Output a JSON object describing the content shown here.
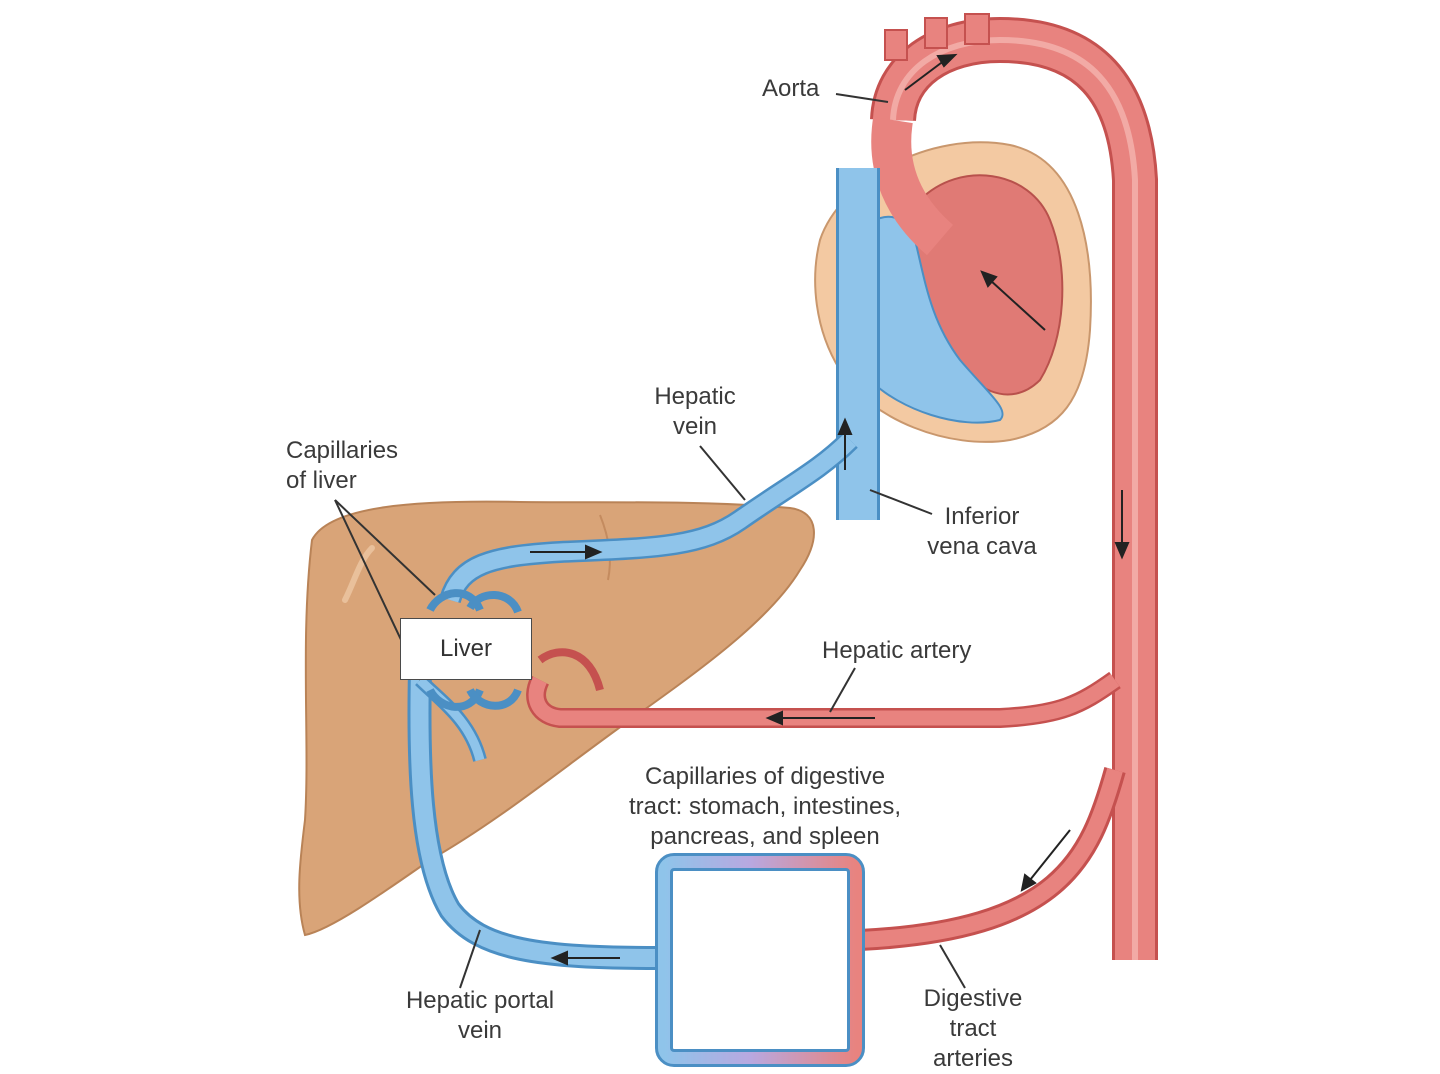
{
  "labels": {
    "aorta": "Aorta",
    "hepatic_vein": [
      "Hepatic",
      "vein"
    ],
    "capillaries_liver": [
      "Capillaries",
      "of liver"
    ],
    "inferior_vena_cava": [
      "Inferior",
      "vena cava"
    ],
    "liver": "Liver",
    "hepatic_artery": "Hepatic artery",
    "capillaries_digestive": [
      "Capillaries of digestive",
      "tract: stomach, intestines,",
      "pancreas, and spleen"
    ],
    "hepatic_portal_vein": [
      "Hepatic portal",
      "vein"
    ],
    "digestive_tract_arteries": [
      "Digestive",
      "tract",
      "arteries"
    ]
  },
  "colors": {
    "artery": "#e8837f",
    "artery_dark": "#c5514f",
    "vein": "#8fc4ea",
    "vein_dark": "#4b8fc4",
    "liver": "#d9a478",
    "heart_outer": "#f3c9a2",
    "heart_inner": "#e07a75"
  }
}
